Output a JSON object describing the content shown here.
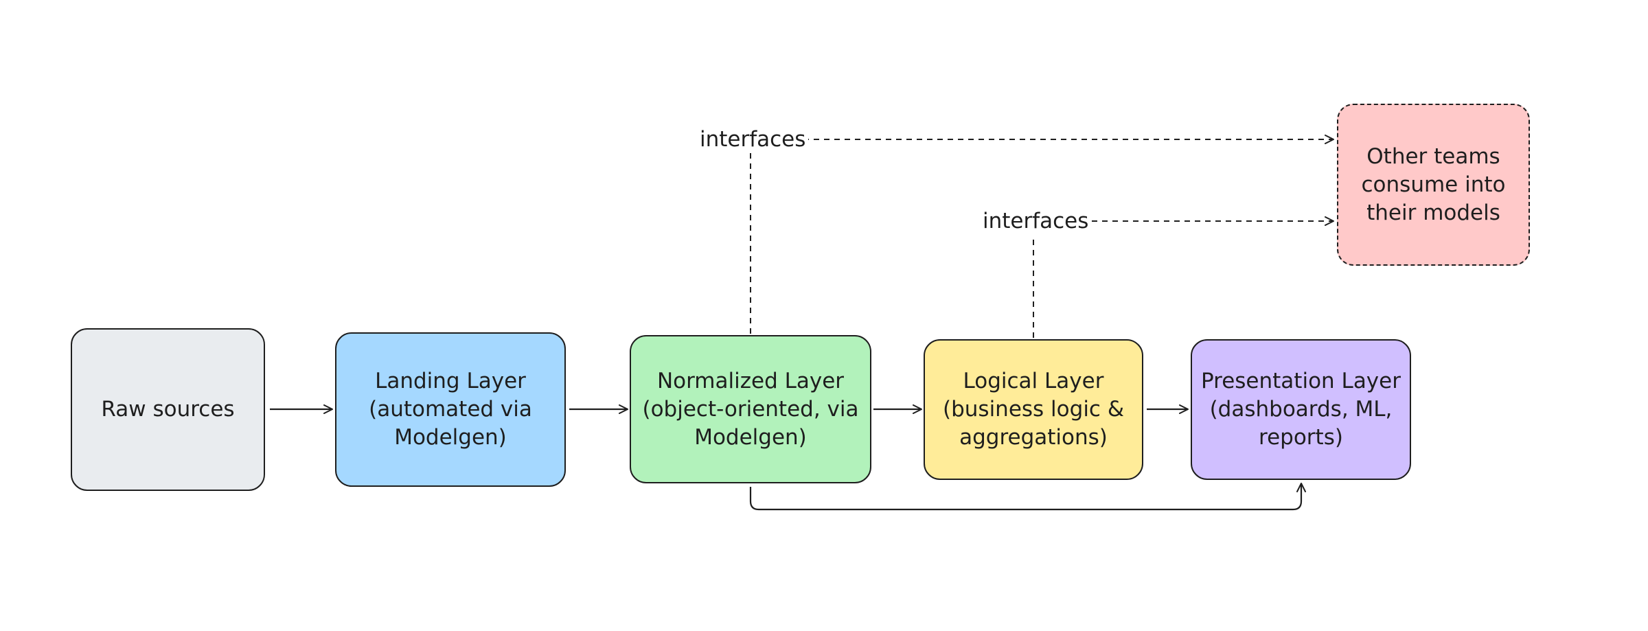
{
  "nodes": {
    "raw": {
      "label": "Raw sources",
      "color": "#e9ecef"
    },
    "landing": {
      "label": "Landing Layer\n(automated via\nModelgen)",
      "color": "#a5d8ff"
    },
    "normalized": {
      "label": "Normalized Layer\n(object-oriented, via\nModelgen)",
      "color": "#b2f2bb"
    },
    "logical": {
      "label": "Logical Layer\n(business logic &\naggregations)",
      "color": "#ffec99"
    },
    "presentation": {
      "label": "Presentation Layer\n(dashboards, ML,\nreports)",
      "color": "#d0bfff"
    },
    "other_teams": {
      "label": "Other teams\nconsume into\ntheir models",
      "color": "#ffc9c9"
    }
  },
  "edge_labels": {
    "normalized_interfaces": "interfaces",
    "logical_interfaces": "interfaces"
  },
  "edges": [
    {
      "from": "raw",
      "to": "landing",
      "style": "solid"
    },
    {
      "from": "landing",
      "to": "normalized",
      "style": "solid"
    },
    {
      "from": "normalized",
      "to": "logical",
      "style": "solid"
    },
    {
      "from": "logical",
      "to": "presentation",
      "style": "solid"
    },
    {
      "from": "normalized",
      "to": "presentation",
      "style": "solid"
    },
    {
      "from": "normalized",
      "to": "other_teams",
      "style": "dashed",
      "label": "interfaces"
    },
    {
      "from": "logical",
      "to": "other_teams",
      "style": "dashed",
      "label": "interfaces"
    }
  ]
}
